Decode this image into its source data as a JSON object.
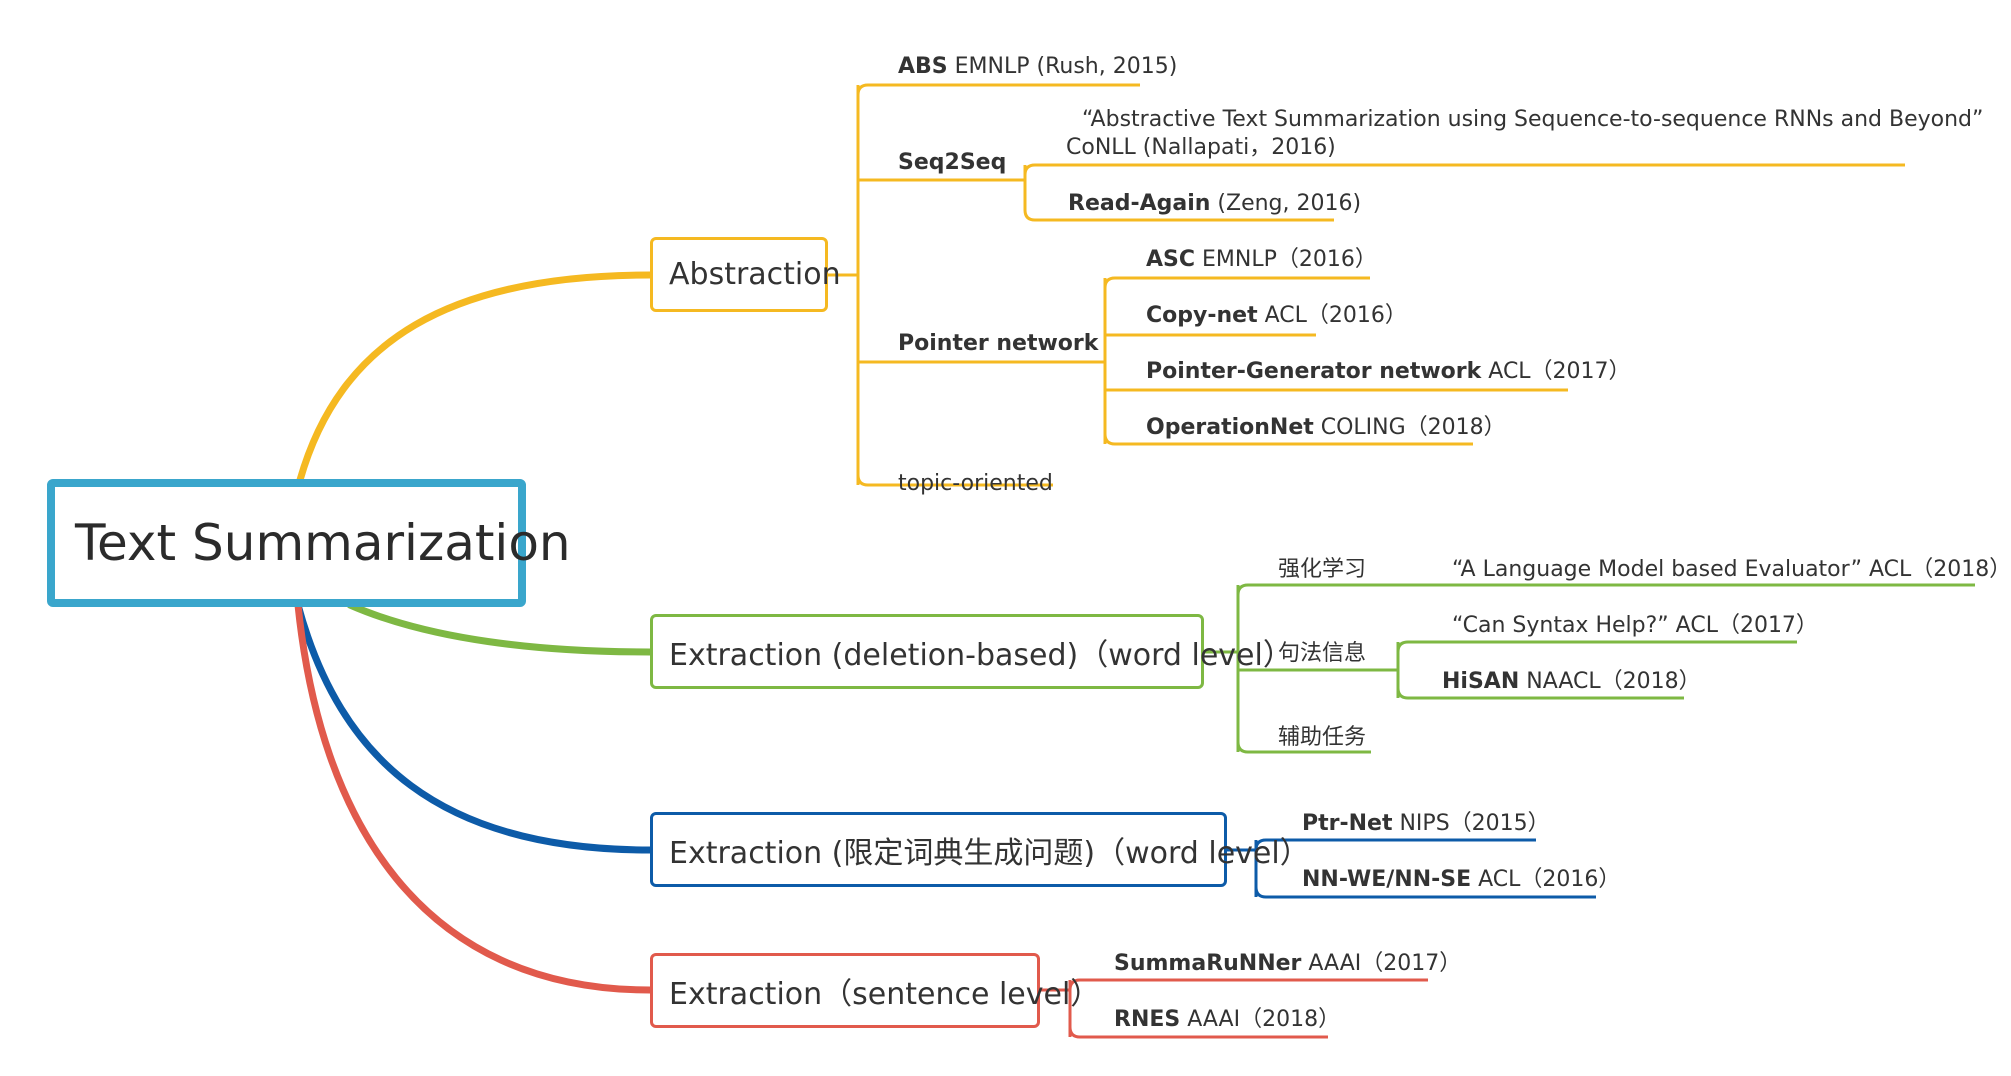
{
  "colors": {
    "root_border": "#3AA6CC",
    "abstraction": "#F5B921",
    "deletion": "#7EB843",
    "dictionary": "#0D5BA8",
    "sentence": "#E15A4C"
  },
  "root": {
    "title": "Text Summarization"
  },
  "branches": {
    "abstraction": {
      "title": "Abstraction",
      "children": {
        "abs": {
          "bold": "ABS",
          "rest": " EMNLP (Rush, 2015)"
        },
        "seq2seq": {
          "title": "Seq2Seq",
          "paper1_line1": "“Abstractive Text Summarization using Sequence-to-sequence RNNs and Beyond”",
          "paper1_line2": "CoNLL (Nallapati，2016)",
          "paper2": {
            "bold": "Read-Again",
            "rest": "  (Zeng, 2016)"
          }
        },
        "pointer": {
          "title": "Pointer network",
          "items": [
            {
              "bold": "ASC",
              "rest": "  EMNLP（2016）"
            },
            {
              "bold": "Copy-net",
              "rest": "  ACL（2016）"
            },
            {
              "bold": "Pointer-Generator network",
              "rest": " ACL（2017）"
            },
            {
              "bold": "OperationNet",
              "rest": " COLING（2018）"
            }
          ]
        },
        "topic": {
          "title": "topic-oriented"
        }
      }
    },
    "deletion": {
      "title": "Extraction (deletion-based)（word level）",
      "children": {
        "rl": {
          "title": "强化学习",
          "paper": "“A Language Model based Evaluator”   ACL（2018）"
        },
        "syntax": {
          "title": "句法信息",
          "paper1": "“Can Syntax Help?”   ACL（2017）",
          "paper2": {
            "bold": "HiSAN",
            "rest": " NAACL（2018）"
          }
        },
        "aux": {
          "title": "辅助任务"
        }
      }
    },
    "dictionary": {
      "title": "Extraction (限定词典生成问题)（word level）",
      "items": [
        {
          "bold": "Ptr-Net",
          "rest": "  NIPS（2015）"
        },
        {
          "bold": "NN-WE/NN-SE",
          "rest": " ACL（2016）"
        }
      ]
    },
    "sentence": {
      "title": "Extraction（sentence level）",
      "items": [
        {
          "bold": "SummaRuNNer",
          "rest": " AAAI（2017）"
        },
        {
          "bold": "RNES",
          "rest": " AAAI（2018）"
        }
      ]
    }
  }
}
